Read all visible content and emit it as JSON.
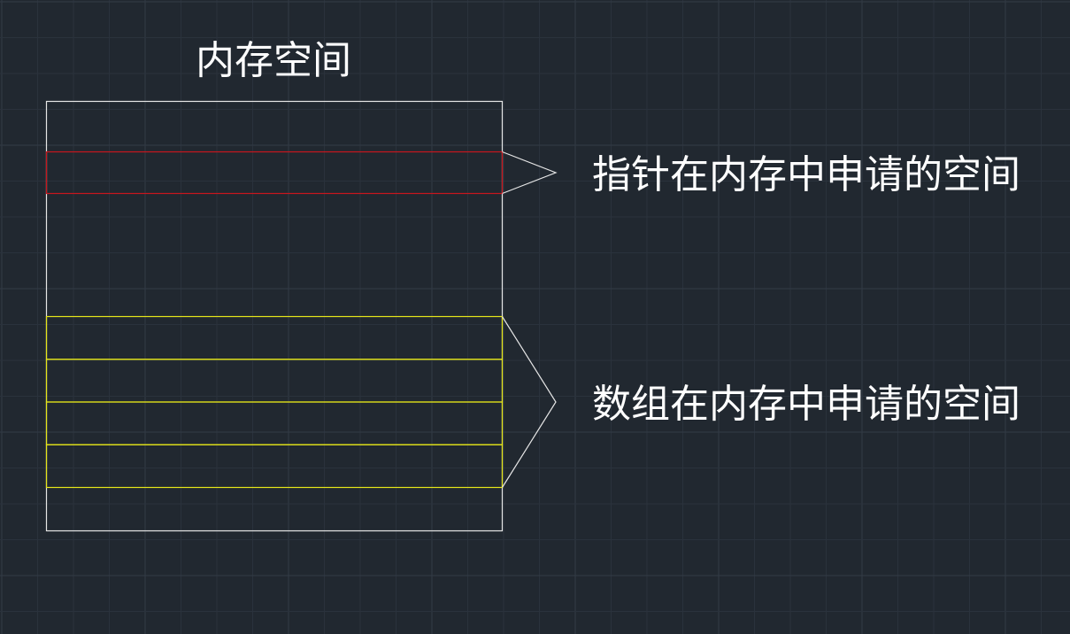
{
  "diagram": {
    "title": "内存空间",
    "pointer_label": "指针在内存中申请的空间",
    "array_label": "数组在内存中申请的空间",
    "array_cell_count": 4
  },
  "colors": {
    "background": "#212830",
    "grid_minor": "#2a323c",
    "grid_major": "#323b46",
    "memory_outline": "#e6e6e6",
    "pointer_outline": "#c8161d",
    "array_outline": "#e6e619",
    "callout_line": "#e6e6e6",
    "text": "#ffffff"
  }
}
